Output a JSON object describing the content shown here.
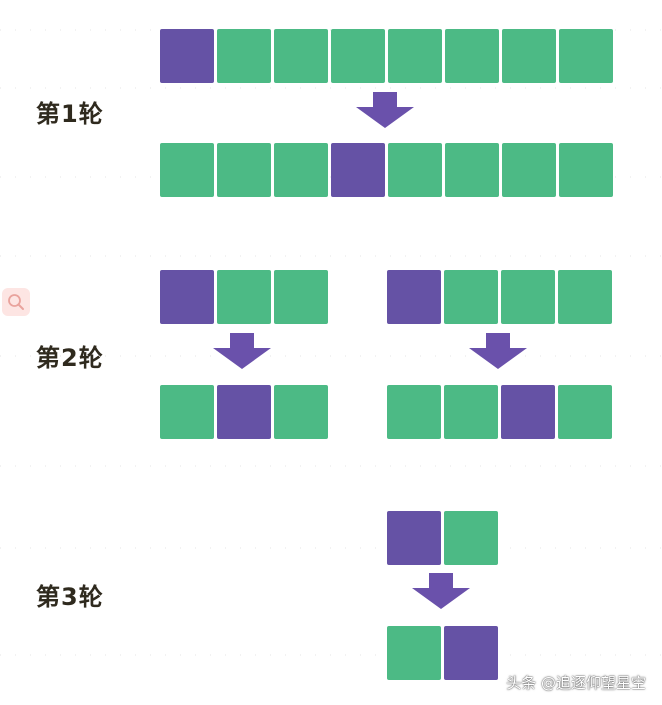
{
  "rounds": [
    {
      "label": "第1轮"
    },
    {
      "label": "第2轮"
    },
    {
      "label": "第3轮"
    }
  ],
  "watermark": "头条 @追逐仰望星空",
  "colors": {
    "element": "#4cba85",
    "highlight": "#6552a5",
    "arrow": "#6a51ab",
    "label": "#2f2a1e"
  },
  "icons": [
    "search-icon",
    "arrow-down-icon"
  ],
  "diagram": {
    "rows": [
      {
        "name": "round1-before",
        "cells": [
          "h",
          "g",
          "g",
          "g",
          "g",
          "g",
          "g",
          "g"
        ]
      },
      {
        "name": "round1-after",
        "cells": [
          "g",
          "g",
          "g",
          "h",
          "g",
          "g",
          "g",
          "g"
        ]
      },
      {
        "name": "round2-left-before",
        "cells": [
          "h",
          "g",
          "g"
        ]
      },
      {
        "name": "round2-right-before",
        "cells": [
          "h",
          "g",
          "g",
          "g"
        ]
      },
      {
        "name": "round2-left-after",
        "cells": [
          "g",
          "h",
          "g"
        ]
      },
      {
        "name": "round2-right-after",
        "cells": [
          "g",
          "g",
          "h",
          "g"
        ]
      },
      {
        "name": "round3-before",
        "cells": [
          "h",
          "g"
        ]
      },
      {
        "name": "round3-after",
        "cells": [
          "g",
          "h"
        ]
      }
    ],
    "arrows": [
      "round1-arrow",
      "round2-left-arrow",
      "round2-right-arrow",
      "round3-arrow"
    ]
  }
}
